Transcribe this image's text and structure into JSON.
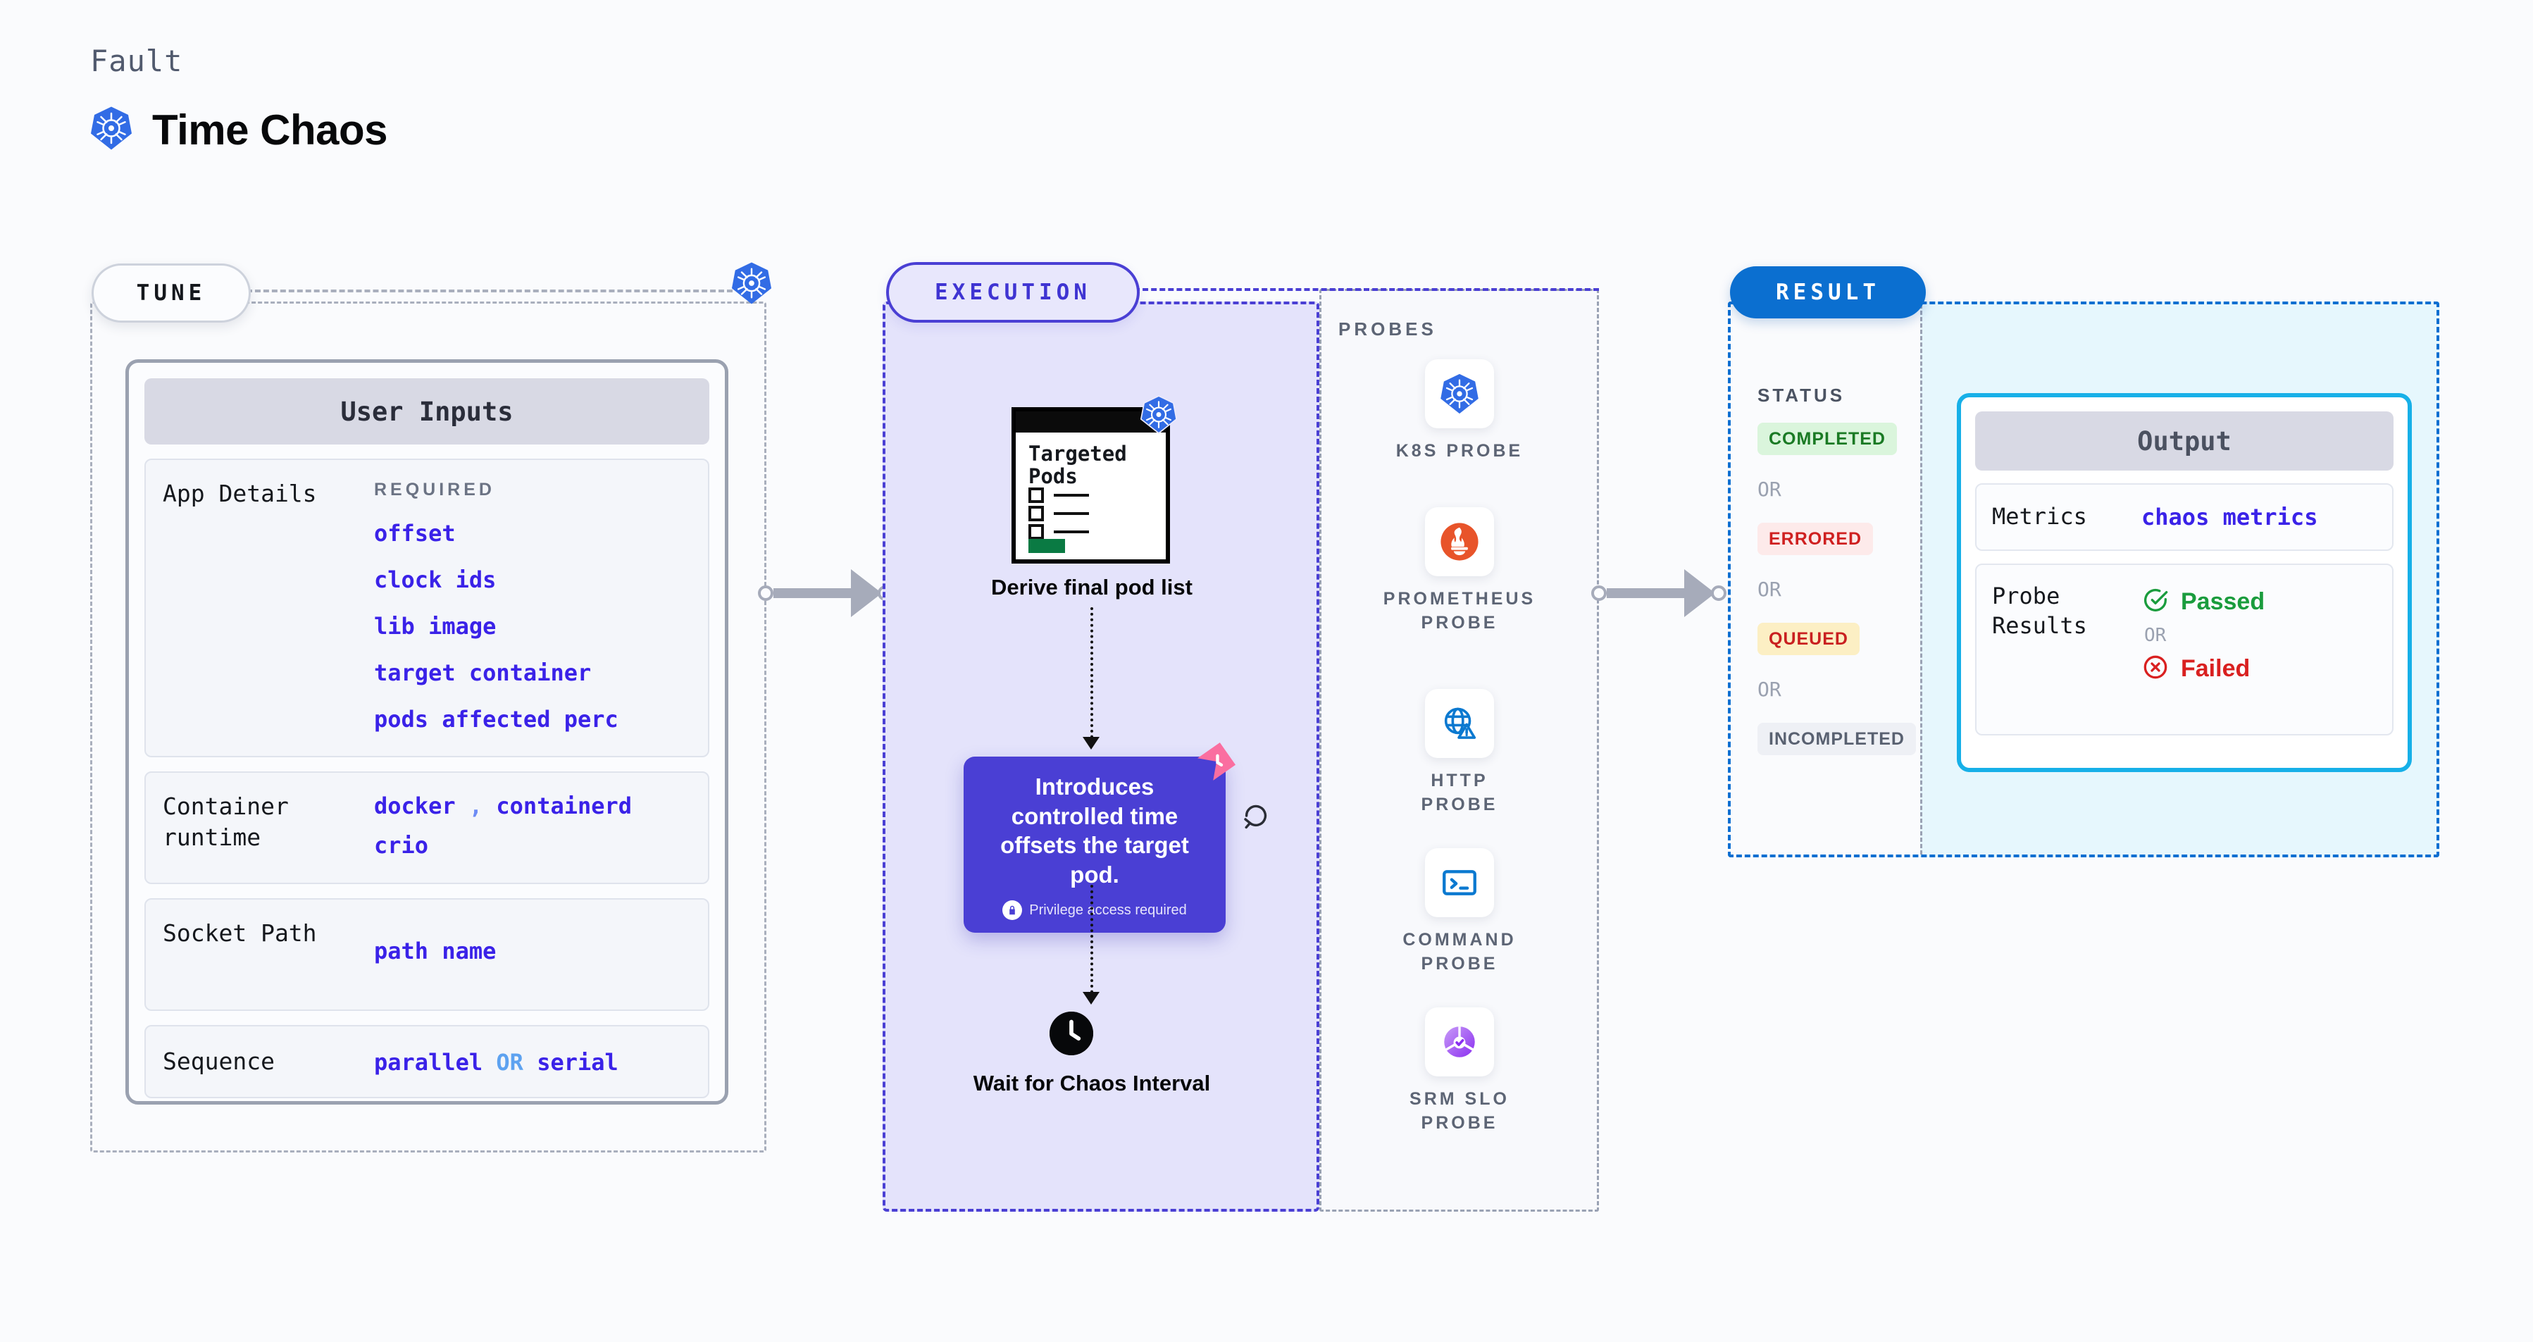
{
  "header": {
    "kicker": "Fault",
    "title": "Time Chaos",
    "icon": "kubernetes-icon"
  },
  "tune": {
    "badge": "TUNE",
    "card_title": "User Inputs",
    "rows": [
      {
        "label": "App Details",
        "required_label": "REQUIRED",
        "values": [
          "offset",
          "clock ids",
          "lib image",
          "target container",
          "pods affected perc"
        ]
      },
      {
        "label": "Container runtime",
        "values": [
          "docker , containerd",
          "crio"
        ],
        "value_docker": "docker",
        "value_sep": ",",
        "value_containerd": "containerd",
        "value_crio": "crio"
      },
      {
        "label": "Socket Path",
        "values": [
          "path name"
        ],
        "value_path": "path name"
      },
      {
        "label": "Sequence",
        "values": [
          "parallel OR serial"
        ],
        "value_parallel": "parallel",
        "value_or": "OR",
        "value_serial": "serial"
      }
    ]
  },
  "execution": {
    "badge": "EXECUTION",
    "pods_card": {
      "title": "Targeted Pods",
      "icon": "kubernetes-icon",
      "checkbox_count": 3
    },
    "derive_label": "Derive final pod list",
    "tooltip": {
      "text": "Introduces controlled time offsets the target pod.",
      "note": "Privilege access required",
      "note_icon": "lock-icon",
      "corner_icon": "clock-badge-icon",
      "loop_icon": "loop-icon"
    },
    "wait_node": {
      "icon": "clock-icon",
      "label": "Wait for Chaos Interval"
    }
  },
  "probes": {
    "section_label": "PROBES",
    "items": [
      {
        "label": "K8S PROBE",
        "icon": "kubernetes-icon"
      },
      {
        "label": "PROMETHEUS PROBE",
        "icon": "prometheus-icon"
      },
      {
        "label": "HTTP PROBE",
        "icon": "globe-warning-icon"
      },
      {
        "label": "COMMAND PROBE",
        "icon": "terminal-icon"
      },
      {
        "label": "SRM SLO PROBE",
        "icon": "srm-slo-icon"
      }
    ]
  },
  "result": {
    "badge": "RESULT",
    "status_label": "STATUS",
    "or_label": "OR",
    "statuses": [
      {
        "label": "COMPLETED",
        "color": "#1a7a24",
        "bg": "#daf5dc"
      },
      {
        "label": "ERRORED",
        "color": "#cf2020",
        "bg": "#fdeaea"
      },
      {
        "label": "QUEUED",
        "color": "#c92020",
        "bg": "#fcefc4"
      },
      {
        "label": "INCOMPLETED",
        "color": "#596171",
        "bg": "#eef0f5"
      }
    ],
    "output": {
      "title": "Output",
      "metrics_label": "Metrics",
      "metrics_value": "chaos metrics",
      "probe_results_label": "Probe Results",
      "passed_label": "Passed",
      "failed_label": "Failed",
      "or_label": "OR",
      "passed_icon": "check-circle-icon",
      "failed_icon": "x-circle-icon"
    }
  },
  "colors": {
    "k8s_blue": "#326ce5",
    "indigo": "#3a22e8",
    "execution_purple": "#4a3fd4",
    "result_blue": "#0b6fd0",
    "output_cyan": "#17b0e8",
    "pink": "#fa6ea0",
    "green": "#1a9c3d",
    "red": "#d92020"
  }
}
